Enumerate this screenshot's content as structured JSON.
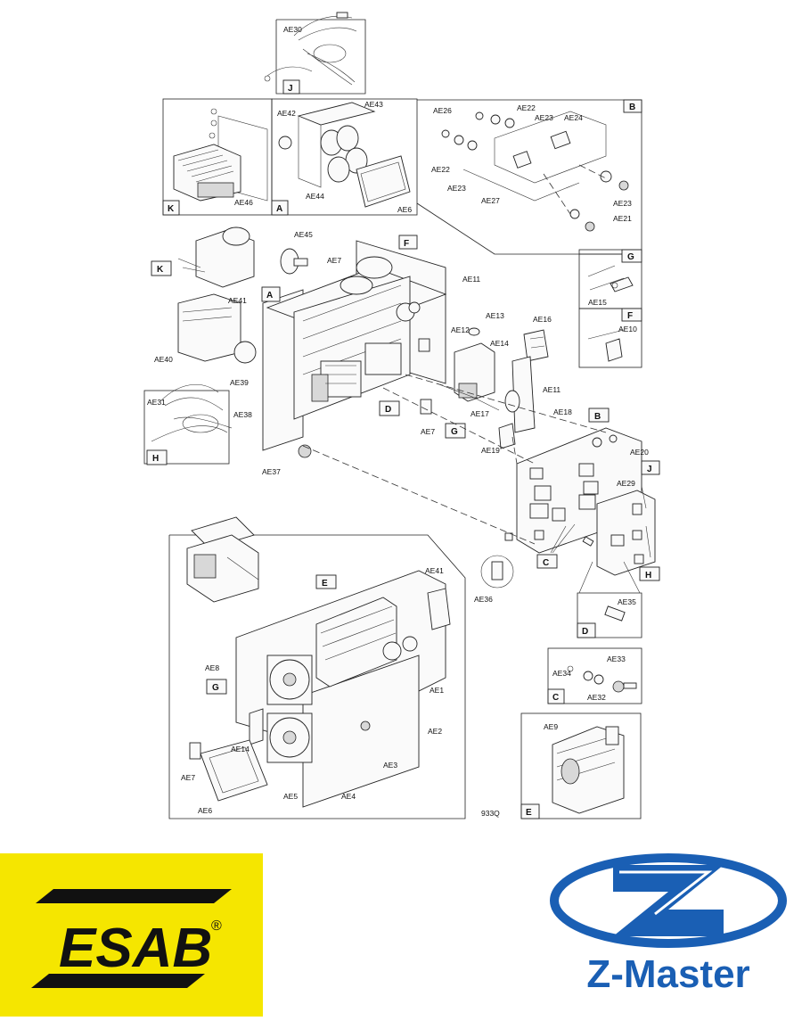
{
  "labels": {
    "ae30": "AE30",
    "ae26": "AE26",
    "ae22a": "AE22",
    "ae23a": "AE23",
    "ae24": "AE24",
    "ae22b": "AE22",
    "ae23b": "AE23",
    "ae27": "AE27",
    "ae23c": "AE23",
    "ae21": "AE21",
    "ae42": "AE42",
    "ae43": "AE43",
    "ae44": "AE44",
    "ae6a": "AE6",
    "ae46": "AE46",
    "ae45": "AE45",
    "ae7a": "AE7",
    "ae11a": "AE11",
    "ae41a": "AE41",
    "ae40": "AE40",
    "ae39": "AE39",
    "ae38": "AE38",
    "ae37": "AE37",
    "ae31": "AE31",
    "ae13": "AE13",
    "ae12": "AE12",
    "ae14a": "AE14",
    "ae16": "AE16",
    "ae11b": "AE11",
    "ae17": "AE17",
    "ae18": "AE18",
    "ae19": "AE19",
    "ae7b": "AE7",
    "ae15": "AE15",
    "ae10": "AE10",
    "ae20": "AE20",
    "ae29": "AE29",
    "ae36": "AE36",
    "ae35": "AE35",
    "ae41b": "AE41",
    "ae8": "AE8",
    "ae1": "AE1",
    "ae2": "AE2",
    "ae3": "AE3",
    "ae4": "AE4",
    "ae5": "AE5",
    "ae14b": "AE14",
    "ae7c": "AE7",
    "ae6b": "AE6",
    "ae34": "AE34",
    "ae33": "AE33",
    "ae32": "AE32",
    "ae9": "AE9",
    "code": "933Q"
  },
  "boxes": {
    "j_top": "J",
    "b": "B",
    "k_inset": "K",
    "a_inset": "A",
    "g_inset": "G",
    "f_inset": "F",
    "f_main": "F",
    "k_main": "K",
    "a_main": "A",
    "d_main": "D",
    "g_main": "G",
    "h_left": "H",
    "b_right": "B",
    "j_right": "J",
    "c_right": "C",
    "h_right": "H",
    "d_inset": "D",
    "c_inset": "C",
    "e_main": "E",
    "g_lower": "G",
    "e_inset": "E"
  },
  "logos": {
    "esab": "ESAB",
    "esab_reg": "®",
    "zmaster": "Z-Master"
  },
  "colors": {
    "esab_yellow": "#f5e600",
    "zmaster_blue": "#1a5fb4"
  }
}
